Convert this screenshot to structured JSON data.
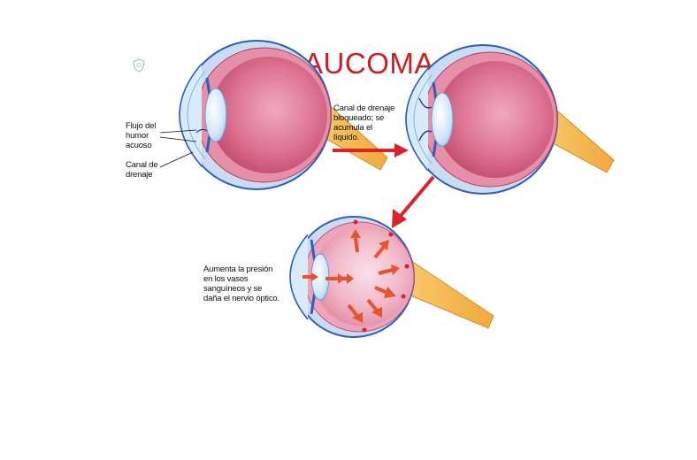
{
  "title": "GLAUCOMA",
  "labels": {
    "flujo": "Flujo del humor acuoso",
    "canal": "Canal de drenaje",
    "bloqueado": "Canal de drenaje bloqueado; se acumula el líquido.",
    "presion": "Aumenta la presión en los vasos sanguíneos y se daña el nervio óptico."
  },
  "colors": {
    "title": "#cc1f26",
    "arrow": "#d8232a",
    "pressure_arrow": "#e8542a",
    "eye_outline": "#2b5fb8",
    "vitreous": "#d4607f",
    "nerve": "#f2b347"
  },
  "icons": {
    "brand": "shield-icon"
  }
}
